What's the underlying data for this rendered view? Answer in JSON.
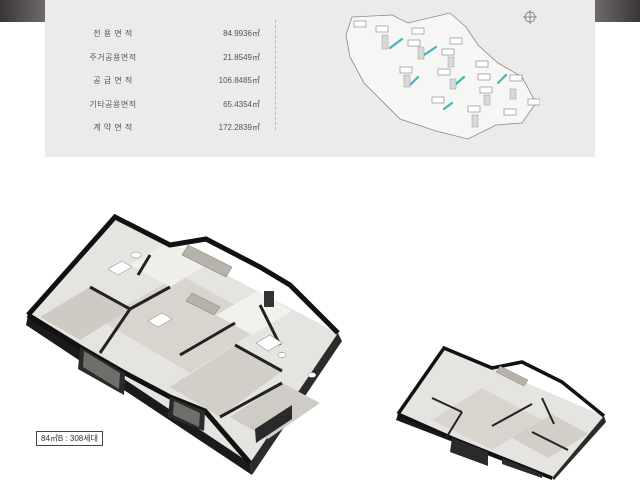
{
  "areas": [
    {
      "label": "전 용 면 적",
      "value": "84.9936㎡"
    },
    {
      "label": "주거공용면적",
      "value": "21.8549㎡"
    },
    {
      "label": "공 급 면 적",
      "value": "106.8485㎡"
    },
    {
      "label": "기타공용면적",
      "value": "65.4354㎡"
    },
    {
      "label": "계 약 면 적",
      "value": "172.2839㎡"
    }
  ],
  "unit_type": "84㎡B : 308세대",
  "colors": {
    "panel": "#ecebe9",
    "highlight": "#3fb6bb",
    "wall": "#111111"
  },
  "icons": [
    "north-compass-icon"
  ]
}
